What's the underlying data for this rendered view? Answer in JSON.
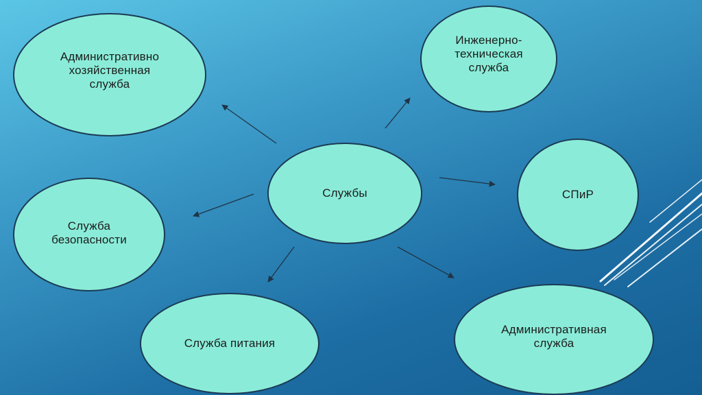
{
  "diagram": {
    "center": {
      "label": "Службы"
    },
    "nodes": [
      {
        "id": "admin-household",
        "label": "Административно\nхозяйственная\nслужба"
      },
      {
        "id": "engineering",
        "label": "Инженерно-\nтехническая\nслужба"
      },
      {
        "id": "spir",
        "label": "СПиР"
      },
      {
        "id": "security",
        "label": "Служба\nбезопасности"
      },
      {
        "id": "food",
        "label": "Служба питания"
      },
      {
        "id": "administrative",
        "label": "Административная\nслужба"
      }
    ]
  },
  "colors": {
    "node_fill": "#8aecd8",
    "node_border": "#1b3a55",
    "arrow": "#1f3446",
    "background_top": "#5cc6e6",
    "background_bottom": "#145e92",
    "decor_lines": "#ffffff"
  }
}
